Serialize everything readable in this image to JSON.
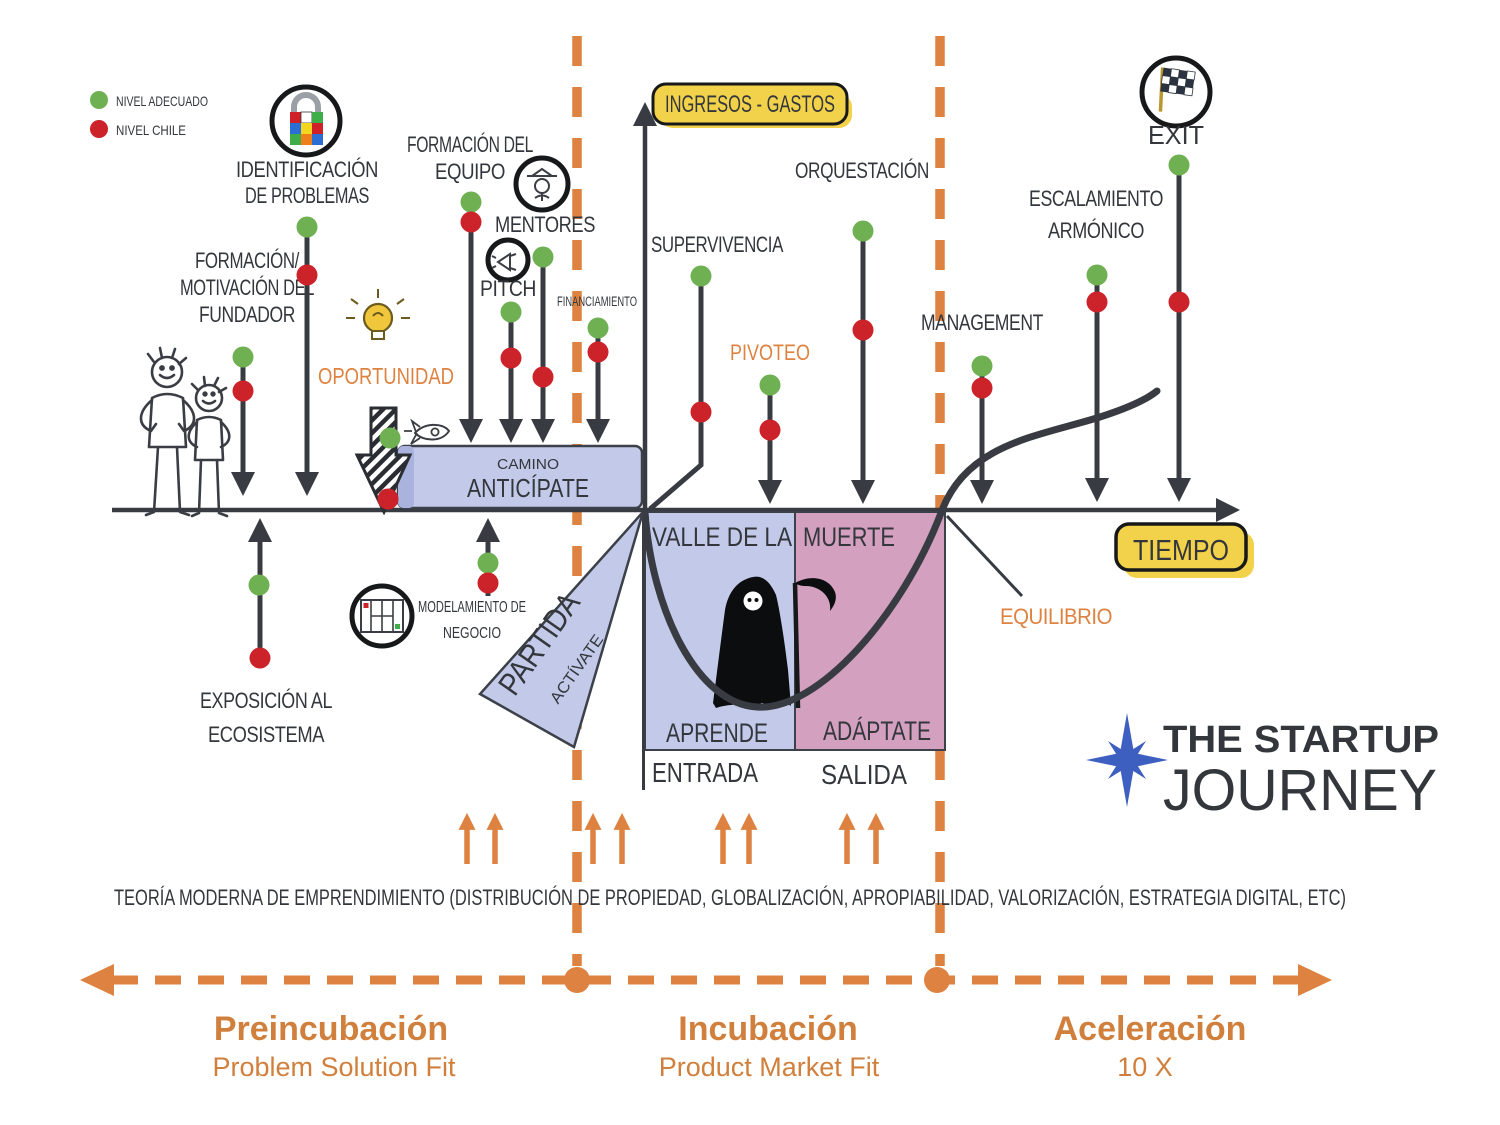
{
  "legend": {
    "items": [
      {
        "label": "NIVEL ADECUADO",
        "color": "#6fb152"
      },
      {
        "label": "NIVEL CHILE",
        "color": "#cc2229"
      }
    ]
  },
  "axis": {
    "y_label": "INGRESOS - GASTOS",
    "x_label": "TIEMPO"
  },
  "labels": {
    "formacion1": "FORMACIÓN/",
    "formacion2": "MOTIVACIÓN DEL",
    "formacion3": "FUNDADOR",
    "identificacion1": "IDENTIFICACIÓN",
    "identificacion2": "DE PROBLEMAS",
    "exposicion1": "EXPOSICIÓN AL",
    "exposicion2": "ECOSISTEMA",
    "oportunidad": "OPORTUNIDAD",
    "equipo1": "FORMACIÓN DEL",
    "equipo2": "EQUIPO",
    "pitch": "PITCH",
    "mentores": "MENTORES",
    "financiamiento": "FINANCIAMIENTO",
    "modelamiento1": "MODELAMIENTO DE",
    "modelamiento2": "NEGOCIO",
    "supervivencia": "SUPERVIVENCIA",
    "pivoteo": "PIVOTEO",
    "orquestacion": "ORQUESTACIÓN",
    "management": "MANAGEMENT",
    "escalamiento1": "ESCALAMIENTO",
    "escalamiento2": "ARMÓNICO",
    "exit": "EXIT",
    "camino": "CAMINO",
    "anticipate": "ANTICÍPATE",
    "partida": "PARTIDA",
    "activate": "ACTÍVATE",
    "valle": "VALLE DE LA",
    "muerte": "MUERTE",
    "aprende": "APRENDE",
    "adaptate": "ADÁPTATE",
    "entrada": "ENTRADA",
    "salida": "SALIDA",
    "equilibrio": "EQUILIBRIO"
  },
  "theory_note": "TEORÍA MODERNA DE EMPRENDIMIENTO (DISTRIBUCIÓN DE PROPIEDAD, GLOBALIZACIÓN, APROPIABILIDAD, VALORIZACIÓN, ESTRATEGIA DIGITAL, ETC)",
  "phases": [
    {
      "title": "Preincubación",
      "subtitle": "Problem Solution Fit"
    },
    {
      "title": "Incubación",
      "subtitle": "Product Market Fit"
    },
    {
      "title": "Aceleración",
      "subtitle": "10 X"
    }
  ],
  "logo": {
    "top": "THE STARTUP",
    "bottom": "JOURNEY"
  },
  "colors": {
    "green": "#6fb152",
    "red": "#cc2229",
    "orange": "#dd8240",
    "phase_orange": "#d0803c",
    "yellow": "#f3d24b",
    "periwinkle": "#c3cae9",
    "pink": "#d3a0c0",
    "ink": "#383c42",
    "logo_blue": "#3d5fc0",
    "logo_black": "#17181a"
  }
}
